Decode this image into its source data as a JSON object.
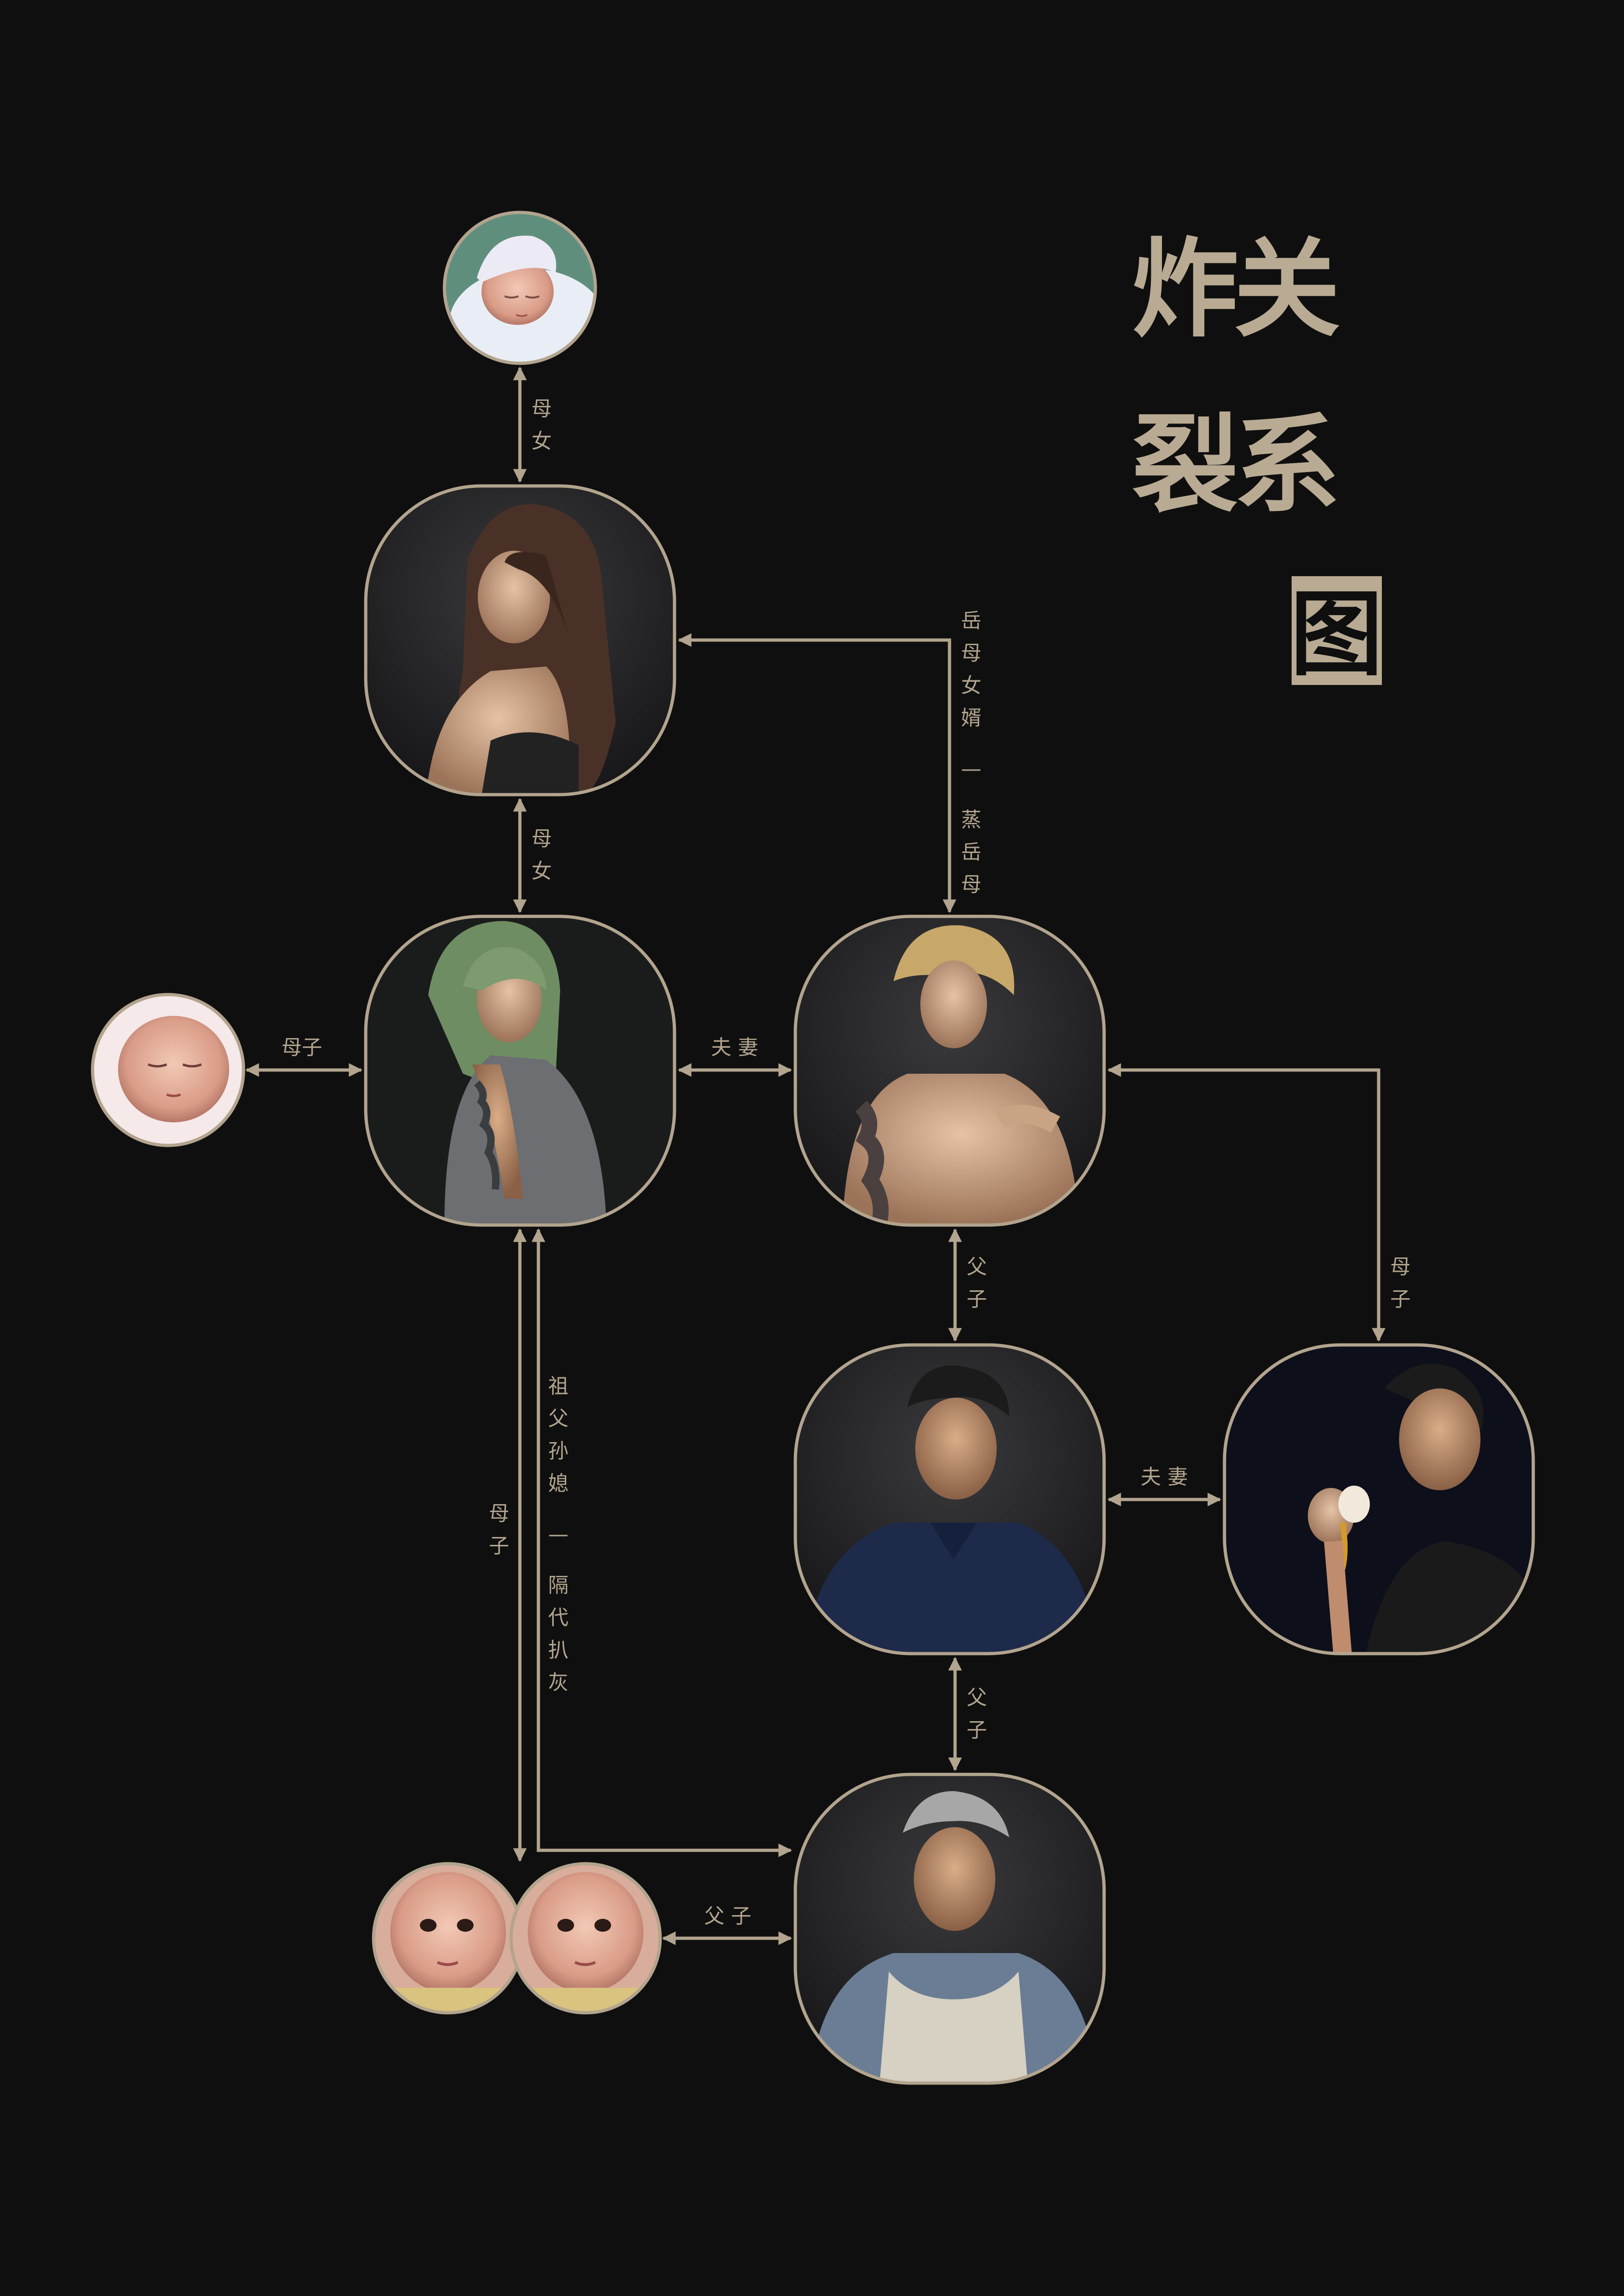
{
  "title": {
    "chars": [
      "关",
      "系",
      "炸",
      "裂",
      "图"
    ]
  },
  "colors": {
    "background": "#0f0f0f",
    "accent": "#b2a48e",
    "title": "#b9ab93"
  },
  "nodes": [
    {
      "id": "infant-top",
      "icon": "newborn-in-white-hat-photo"
    },
    {
      "id": "grandmother",
      "icon": "woman-long-brown-hair-photo"
    },
    {
      "id": "green-hair-woman",
      "icon": "woman-green-hair-tattoo-photo"
    },
    {
      "id": "infant-left",
      "icon": "newborn-sleeping-photo"
    },
    {
      "id": "blond-man",
      "icon": "man-blond-tattoo-photo"
    },
    {
      "id": "middle-aged-man",
      "icon": "man-navy-polo-photo"
    },
    {
      "id": "mother-in-law",
      "icon": "woman-holding-egg-photo"
    },
    {
      "id": "old-man",
      "icon": "elderly-man-apron-photo"
    },
    {
      "id": "twin-a",
      "icon": "baby-photo"
    },
    {
      "id": "twin-b",
      "icon": "baby-photo"
    }
  ],
  "relations": {
    "top_mother_daughter": [
      "母",
      "女"
    ],
    "mid_mother_daughter": [
      "母",
      "女"
    ],
    "mother_in_law_son_in_law": [
      "岳",
      "母",
      "女",
      "婿",
      "—",
      "蒸",
      "岳",
      "母"
    ],
    "mother_son_left": "母子",
    "husband_wife_top": "夫 妻",
    "father_son_1": [
      "父",
      "子"
    ],
    "mother_son_right": [
      "母",
      "子"
    ],
    "husband_wife_bottom": "夫 妻",
    "father_son_2": [
      "父",
      "子"
    ],
    "mother_son_vertical": [
      "母",
      "子"
    ],
    "grandfather_granddaughter_in_law": [
      "祖",
      "父",
      "孙",
      "媳",
      "—",
      "隔",
      "代",
      "扒",
      "灰"
    ],
    "father_son_twins": "父 子"
  }
}
